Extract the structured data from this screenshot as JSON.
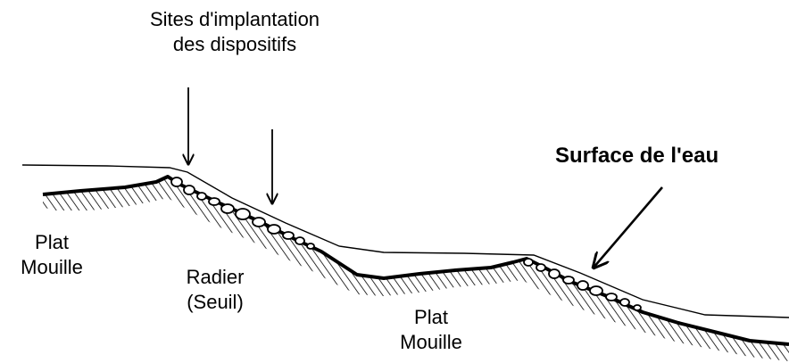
{
  "labels": {
    "sites": [
      "Sites d'implantation",
      "des dispositifs"
    ],
    "water_surface": "Surface de l'eau",
    "plat_mouille_1": [
      "Plat",
      "Mouille"
    ],
    "radier": [
      "Radier",
      "(Seuil)"
    ],
    "plat_mouille_2": [
      "Plat",
      "Mouille"
    ]
  },
  "colors": {
    "ink": "#000000",
    "background": "#ffffff",
    "pebble_fill": "#ffffff"
  }
}
